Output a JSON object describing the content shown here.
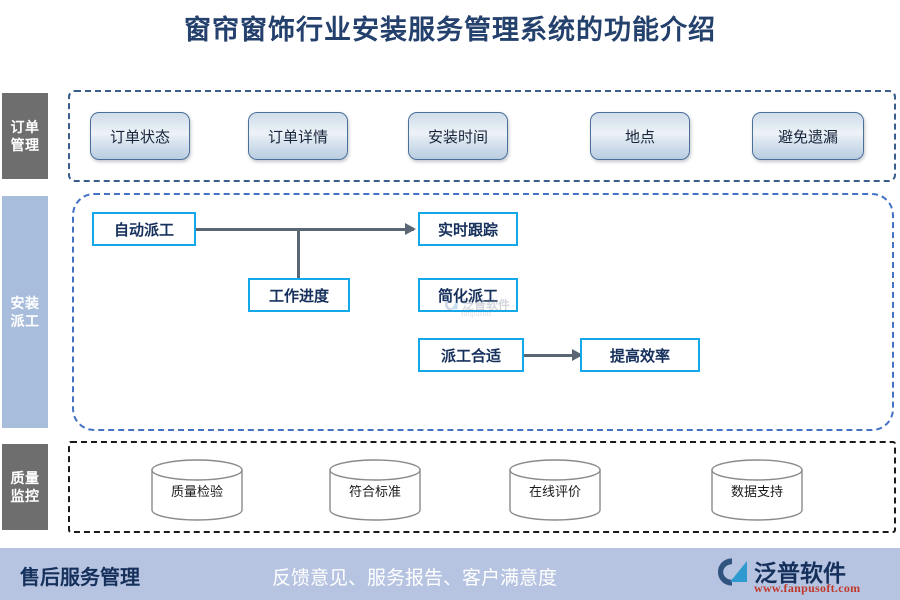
{
  "title": "窗帘窗饰行业安装服务管理系统的功能介绍",
  "colors": {
    "title_navy": "#24406c",
    "rail_gray": "#6e6e6e",
    "rail_blue": "#a8bcdc",
    "flow_border_cyan": "#13a9e8",
    "connector_gray": "#5b6675",
    "footer_band": "#b6c4e2",
    "logo_url_red": "#c0392b",
    "pill_border": "#4a6f99"
  },
  "sections": [
    {
      "id": "order",
      "rail_label_lines": [
        "订单",
        "管理"
      ],
      "rail_label": "订单管理",
      "border_style": "dash-dot",
      "items": [
        {
          "label": "订单状态"
        },
        {
          "label": "订单详情"
        },
        {
          "label": "安装时间"
        },
        {
          "label": "地点"
        },
        {
          "label": "避免遗漏"
        }
      ]
    },
    {
      "id": "dispatch",
      "rail_label_lines": [
        "安装",
        "派工"
      ],
      "rail_label": "安装派工",
      "border_style": "dashed",
      "nodes": [
        {
          "id": "auto-dispatch",
          "label": "自动派工"
        },
        {
          "id": "work-progress",
          "label": "工作进度"
        },
        {
          "id": "realtime-track",
          "label": "实时跟踪"
        },
        {
          "id": "simplify",
          "label": "简化派工"
        },
        {
          "id": "suitable",
          "label": "派工合适"
        },
        {
          "id": "efficiency",
          "label": "提高效率"
        }
      ],
      "connections": [
        {
          "from": "auto-dispatch",
          "to": "realtime-track"
        },
        {
          "from": "work-progress",
          "to": "realtime-track"
        },
        {
          "from": "suitable",
          "to": "efficiency"
        }
      ]
    },
    {
      "id": "quality",
      "rail_label_lines": [
        "质量",
        "监控"
      ],
      "rail_label": "质量监控",
      "border_style": "dash-dot",
      "items": [
        {
          "label": "质量检验"
        },
        {
          "label": "符合标准"
        },
        {
          "label": "在线评价"
        },
        {
          "label": "数据支持"
        }
      ]
    }
  ],
  "footer": {
    "title": "售后服务管理",
    "subtitle": "反馈意见、服务报告、客户满意度",
    "logo_text": "泛普软件",
    "logo_url": "www.fanpusoft.com"
  },
  "watermark": {
    "text": "泛普软件",
    "sub": "fanpusoft"
  }
}
